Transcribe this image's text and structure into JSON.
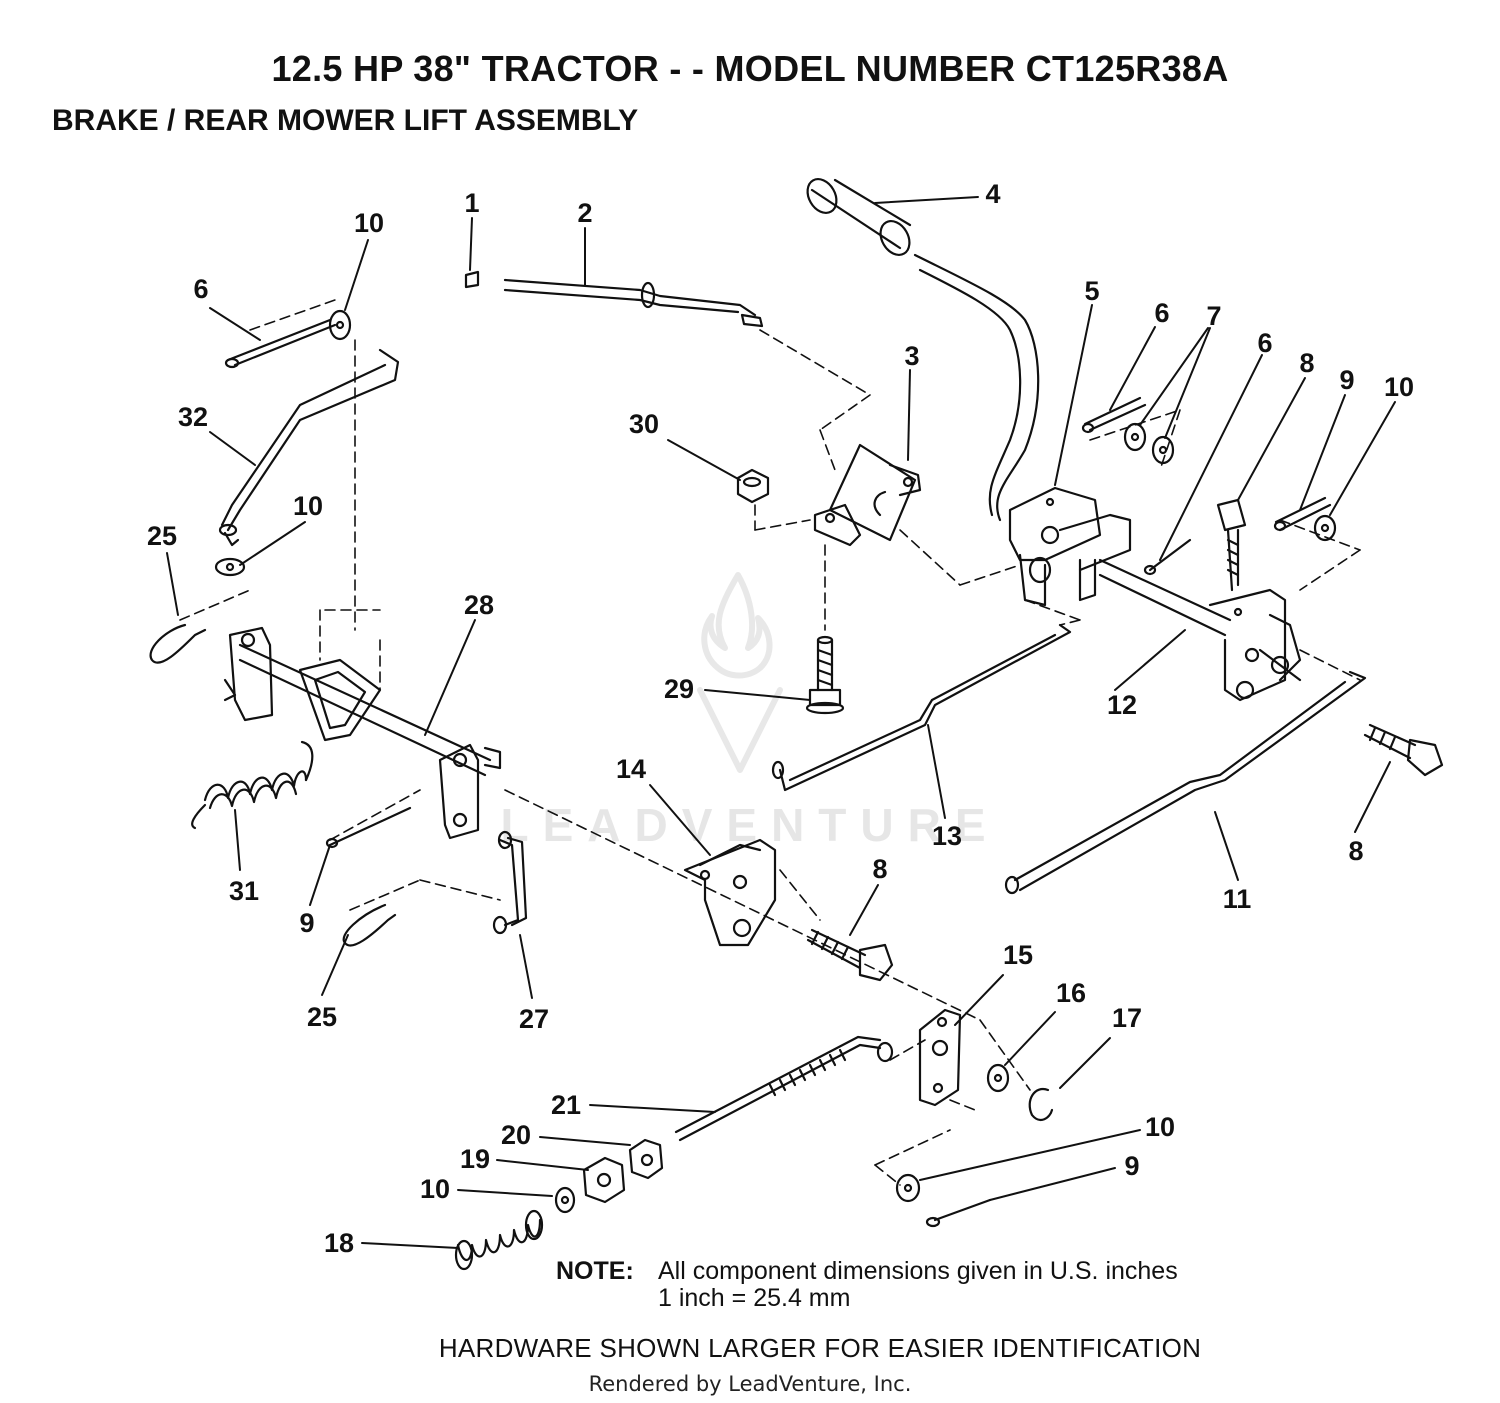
{
  "header": {
    "title": "12.5 HP 38\" TRACTOR - - MODEL NUMBER CT125R38A",
    "subtitle": "BRAKE / REAR MOWER LIFT ASSEMBLY"
  },
  "watermark": {
    "text": "LEADVENTURE"
  },
  "callouts": {
    "c1": "1",
    "c2": "2",
    "c3": "3",
    "c4": "4",
    "c5": "5",
    "c6a": "6",
    "c6b": "6",
    "c6c": "6",
    "c7": "7",
    "c8a": "8",
    "c8b": "8",
    "c8c": "8",
    "c9a": "9",
    "c9b": "9",
    "c9c": "9",
    "c10a": "10",
    "c10b": "10",
    "c10c": "10",
    "c10d": "10",
    "c10e": "10",
    "c11": "11",
    "c12": "12",
    "c13": "13",
    "c14": "14",
    "c15": "15",
    "c16": "16",
    "c17": "17",
    "c18": "18",
    "c19": "19",
    "c20": "20",
    "c21": "21",
    "c25a": "25",
    "c25b": "25",
    "c27": "27",
    "c28": "28",
    "c29": "29",
    "c30": "30",
    "c31": "31",
    "c32": "32"
  },
  "note": {
    "label": "NOTE:",
    "line1": "All component dimensions given in U.S. inches",
    "line2": "1 inch = 25.4 mm"
  },
  "hardware_note": "HARDWARE SHOWN LARGER FOR EASIER IDENTIFICATION",
  "footer": "Rendered by LeadVenture, Inc."
}
